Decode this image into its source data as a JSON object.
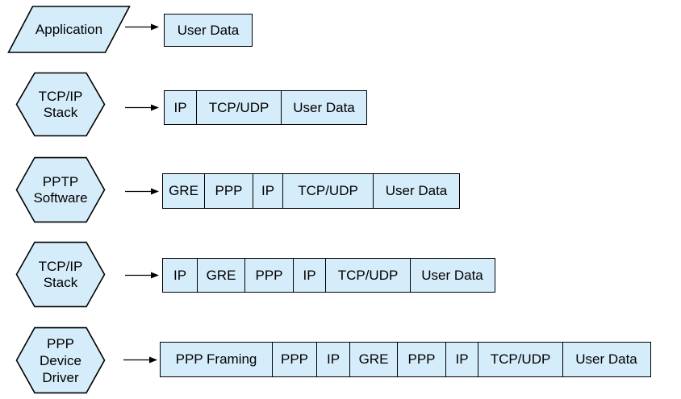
{
  "diagram": {
    "background": "#ffffff",
    "shape_fill": "#d5ecfa",
    "shape_border": "#000000",
    "text_color": "#000000",
    "rows": [
      {
        "stage": {
          "shape": "parallelogram",
          "label": "Application"
        },
        "cells": [
          {
            "label": "User Data"
          }
        ]
      },
      {
        "stage": {
          "shape": "hexagon",
          "label": "TCP/IP\nStack"
        },
        "cells": [
          {
            "label": "IP"
          },
          {
            "label": "TCP/UDP"
          },
          {
            "label": "User Data"
          }
        ]
      },
      {
        "stage": {
          "shape": "hexagon",
          "label": "PPTP\nSoftware"
        },
        "cells": [
          {
            "label": "GRE"
          },
          {
            "label": "PPP"
          },
          {
            "label": "IP"
          },
          {
            "label": "TCP/UDP"
          },
          {
            "label": "User Data"
          }
        ]
      },
      {
        "stage": {
          "shape": "hexagon",
          "label": "TCP/IP\nStack"
        },
        "cells": [
          {
            "label": "IP"
          },
          {
            "label": "GRE"
          },
          {
            "label": "PPP"
          },
          {
            "label": "IP"
          },
          {
            "label": "TCP/UDP"
          },
          {
            "label": "User Data"
          }
        ]
      },
      {
        "stage": {
          "shape": "hexagon",
          "label": "PPP\nDevice\nDriver"
        },
        "cells": [
          {
            "label": "PPP Framing"
          },
          {
            "label": "PPP"
          },
          {
            "label": "IP"
          },
          {
            "label": "GRE"
          },
          {
            "label": "PPP"
          },
          {
            "label": "IP"
          },
          {
            "label": "TCP/UDP"
          },
          {
            "label": "User Data"
          }
        ]
      }
    ]
  }
}
